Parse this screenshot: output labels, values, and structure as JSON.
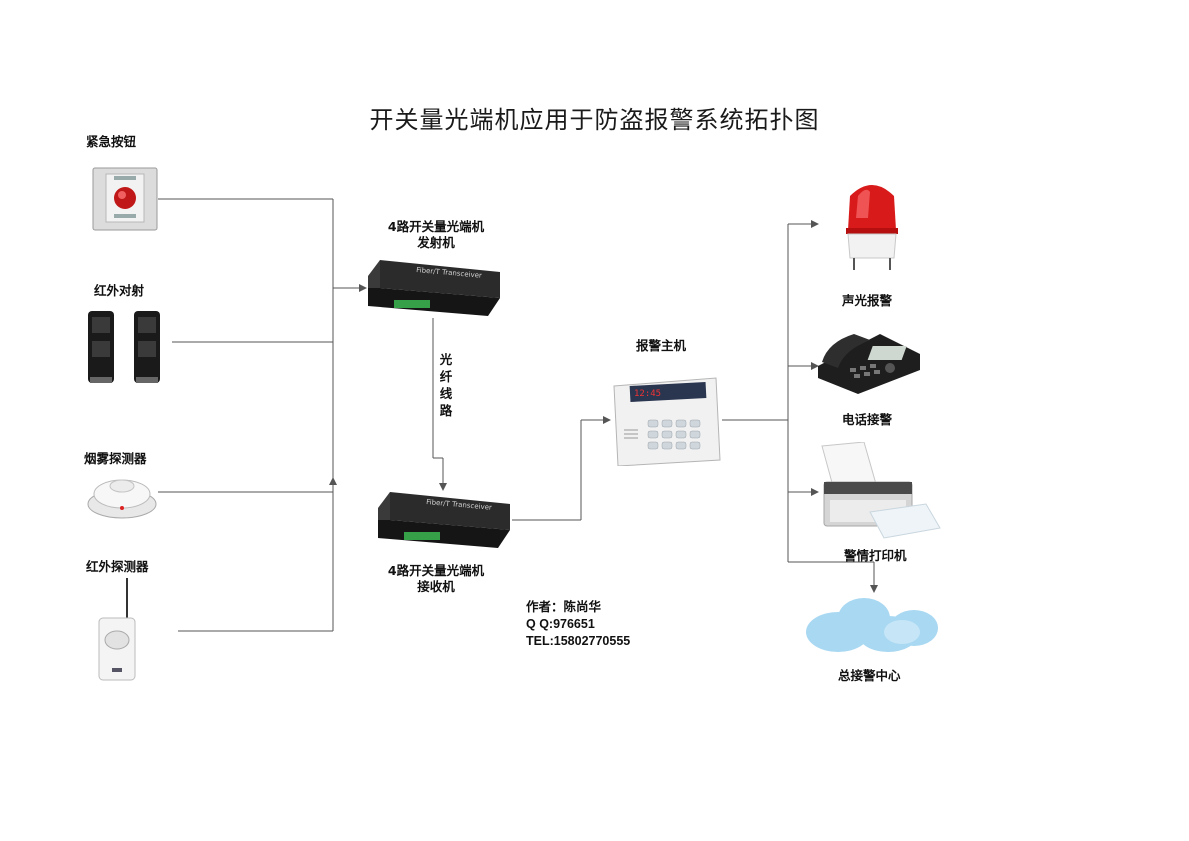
{
  "title": "开关量光端机应用于防盗报警系统拓扑图",
  "inputs": {
    "emergency_button": "紧急按钮",
    "ir_beam": "红外对射",
    "smoke_detector": "烟雾探测器",
    "ir_detector": "红外探测器"
  },
  "transmitter": {
    "line1": "4路开关量光端机",
    "line2": "发射机",
    "panel_text": "Fiber/T Transceiver"
  },
  "receiver": {
    "line1": "4路开关量光端机",
    "line2": "接收机",
    "panel_text": "Fiber/T Transceiver"
  },
  "fiber_label": [
    "光",
    "纤",
    "线",
    "路"
  ],
  "alarm_host": "报警主机",
  "alarm_panel_display": "12:45",
  "outputs": {
    "strobe": "声光报警",
    "phone": "电话接警",
    "printer": "警情打印机",
    "center": "总接警中心"
  },
  "author": {
    "name_line": "作者：陈尚华",
    "qq_line": "Q Q:976651",
    "tel_line": "TEL:15802770555"
  },
  "colors": {
    "line": "#555555",
    "strobe_red": "#d81a1a",
    "cloud": "#a9d8f2"
  }
}
